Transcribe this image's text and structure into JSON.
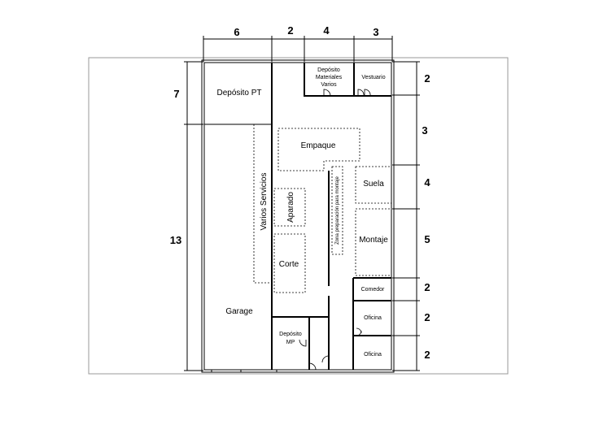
{
  "dimensions": {
    "top": [
      "6",
      "2",
      "4",
      "3"
    ],
    "left": [
      "7",
      "13"
    ],
    "right": [
      "2",
      "3",
      "4",
      "5",
      "2",
      "2",
      "2"
    ]
  },
  "rooms": {
    "deposito_pt": "Depósito PT",
    "deposito_materiales": [
      "Depósito",
      "Materiales",
      "Varios"
    ],
    "vestuario": "Vestuario",
    "empaque": "Empaque",
    "suela": "Suela",
    "varios_servicios": "Varios Servicios",
    "aparado": "Aparado",
    "zona_preparacion": "Zona preparación para montaje",
    "montaje": "Montaje",
    "corte": "Corte",
    "comedor": "Comedor",
    "garage": "Garage",
    "deposito_mp": [
      "Depósito",
      "MP"
    ],
    "oficina_1": "Oficina",
    "oficina_2": "Oficina"
  }
}
